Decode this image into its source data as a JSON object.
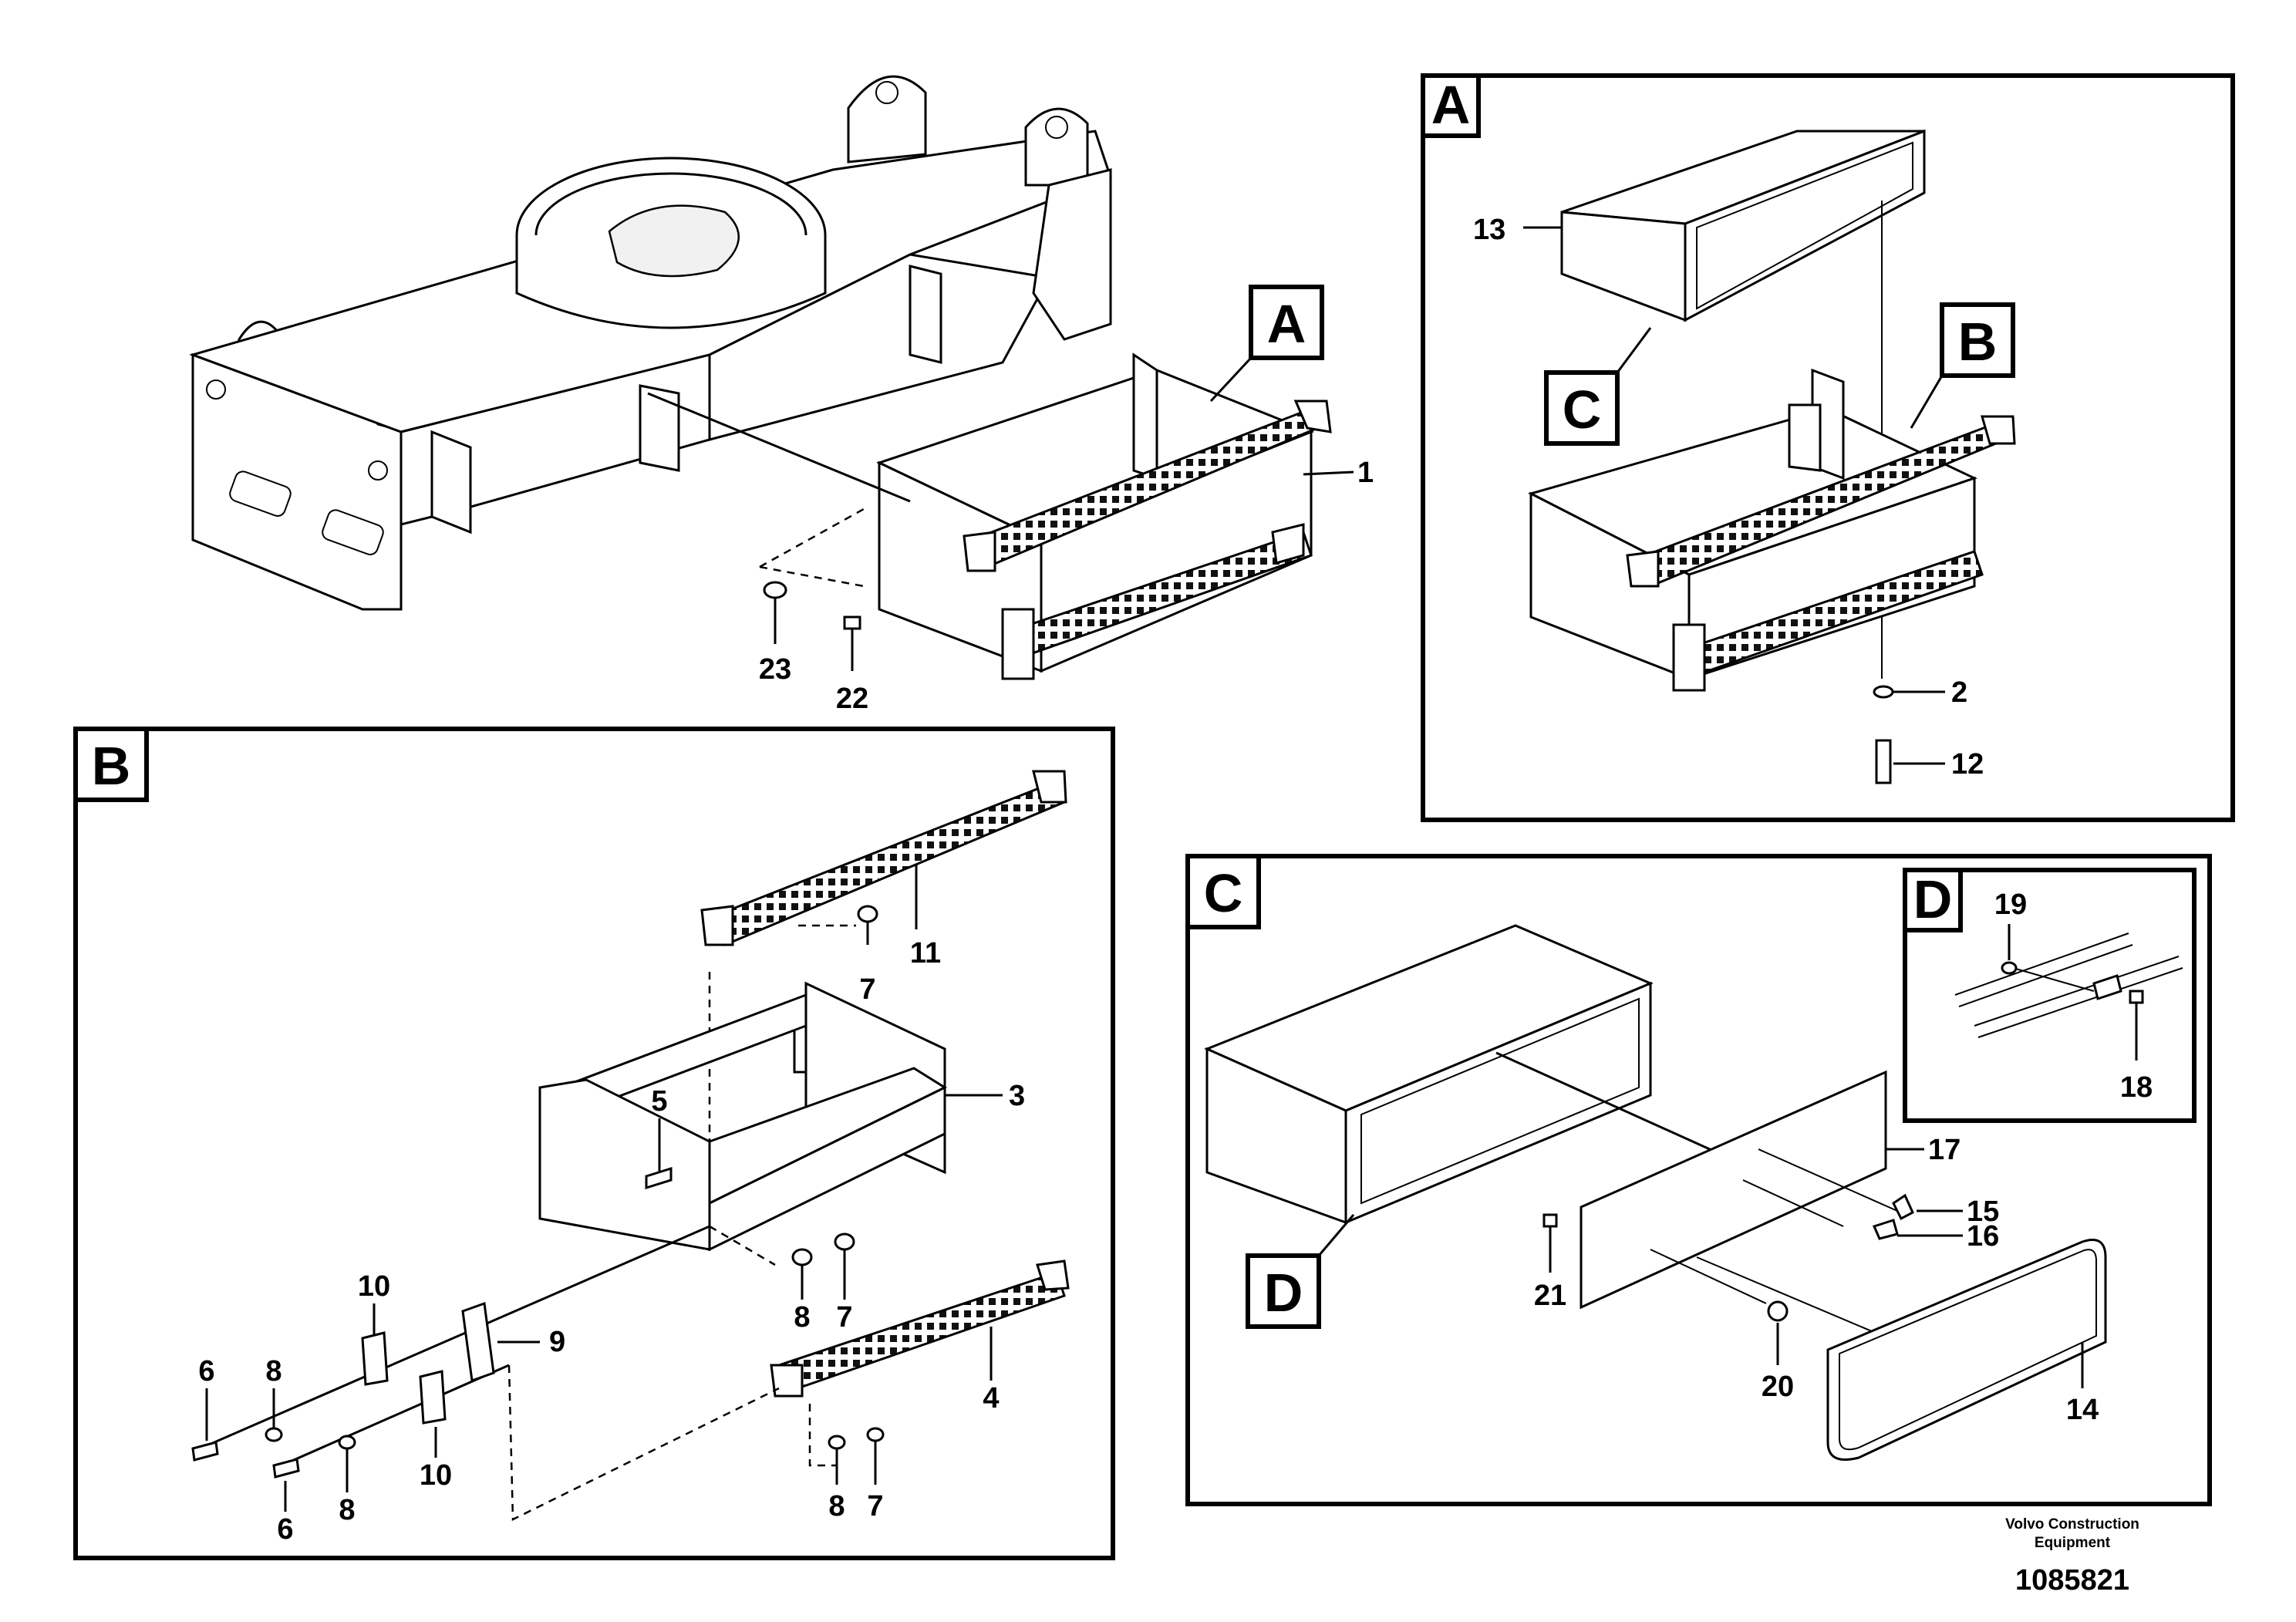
{
  "callouts": {
    "main": {
      "A": "A",
      "p1": "1",
      "p22": "22",
      "p23": "23"
    },
    "panelA": {
      "title": "A",
      "B": "B",
      "C": "C",
      "p2": "2",
      "p12": "12",
      "p13": "13"
    },
    "panelB": {
      "title": "B",
      "p3": "3",
      "p4": "4",
      "p5": "5",
      "p6a": "6",
      "p6b": "6",
      "p7a": "7",
      "p7b": "7",
      "p7c": "7",
      "p8a": "8",
      "p8b": "8",
      "p8c": "8",
      "p8d": "8",
      "p9": "9",
      "p10a": "10",
      "p10b": "10",
      "p11": "11"
    },
    "panelC": {
      "title": "C",
      "D": "D",
      "p14": "14",
      "p15": "15",
      "p16": "16",
      "p17": "17",
      "p20": "20",
      "p21": "21"
    },
    "panelD": {
      "title": "D",
      "p18": "18",
      "p19": "19"
    }
  },
  "footer": {
    "brand_line1": "Volvo Construction",
    "brand_line2": "Equipment",
    "drawing_number": "1085821"
  },
  "colors": {
    "line": "#000000",
    "background": "#ffffff"
  }
}
